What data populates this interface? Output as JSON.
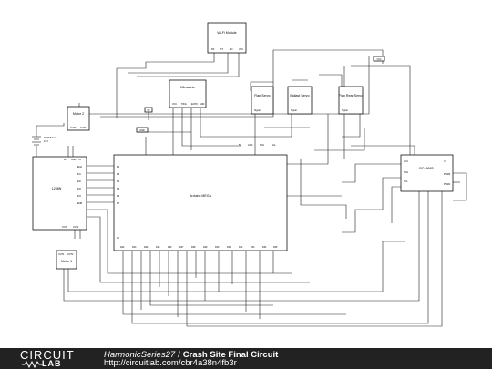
{
  "components": {
    "wifi": "Wi-Fi Module",
    "ultrasonic": "Ultrasonic",
    "servo1": "Flap Servo",
    "servo2": "Ballast Servo",
    "servo3": "Flap Rear Servo",
    "motor2": "Motor 2",
    "battery": "NiMH Battery",
    "battery_value": "12 V",
    "l298n": "L298N",
    "arduino": "Arduino MEGA",
    "motor1": "Motor 1",
    "pca": "PCA9685",
    "net_5v": "5V",
    "net_gnd": "GND",
    "net_vcc": "VCC"
  },
  "footer": {
    "logo_top": "CIRCUIT",
    "logo_bottom": "LAB",
    "author": "HarmonicSeries27",
    "separator": "/",
    "circuit_title": "Crash Site Final Circuit",
    "url": "http://circuitlab.com/cbr4a38n4fb3r"
  }
}
